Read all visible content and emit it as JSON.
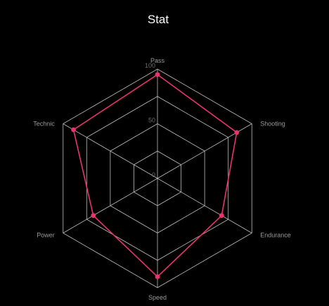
{
  "chart_data": {
    "type": "radar",
    "title": "Stat",
    "axes": [
      "Pass",
      "Shooting",
      "Endurance",
      "Speed",
      "Power",
      "Technic"
    ],
    "ticks": [
      "0",
      "50",
      "100"
    ],
    "range": [
      0,
      100
    ],
    "rings": 4,
    "grid": true,
    "legend": "none",
    "series": [
      {
        "values": [
          95,
          84,
          68,
          90,
          68,
          89
        ],
        "color": "#e8336d"
      }
    ]
  }
}
